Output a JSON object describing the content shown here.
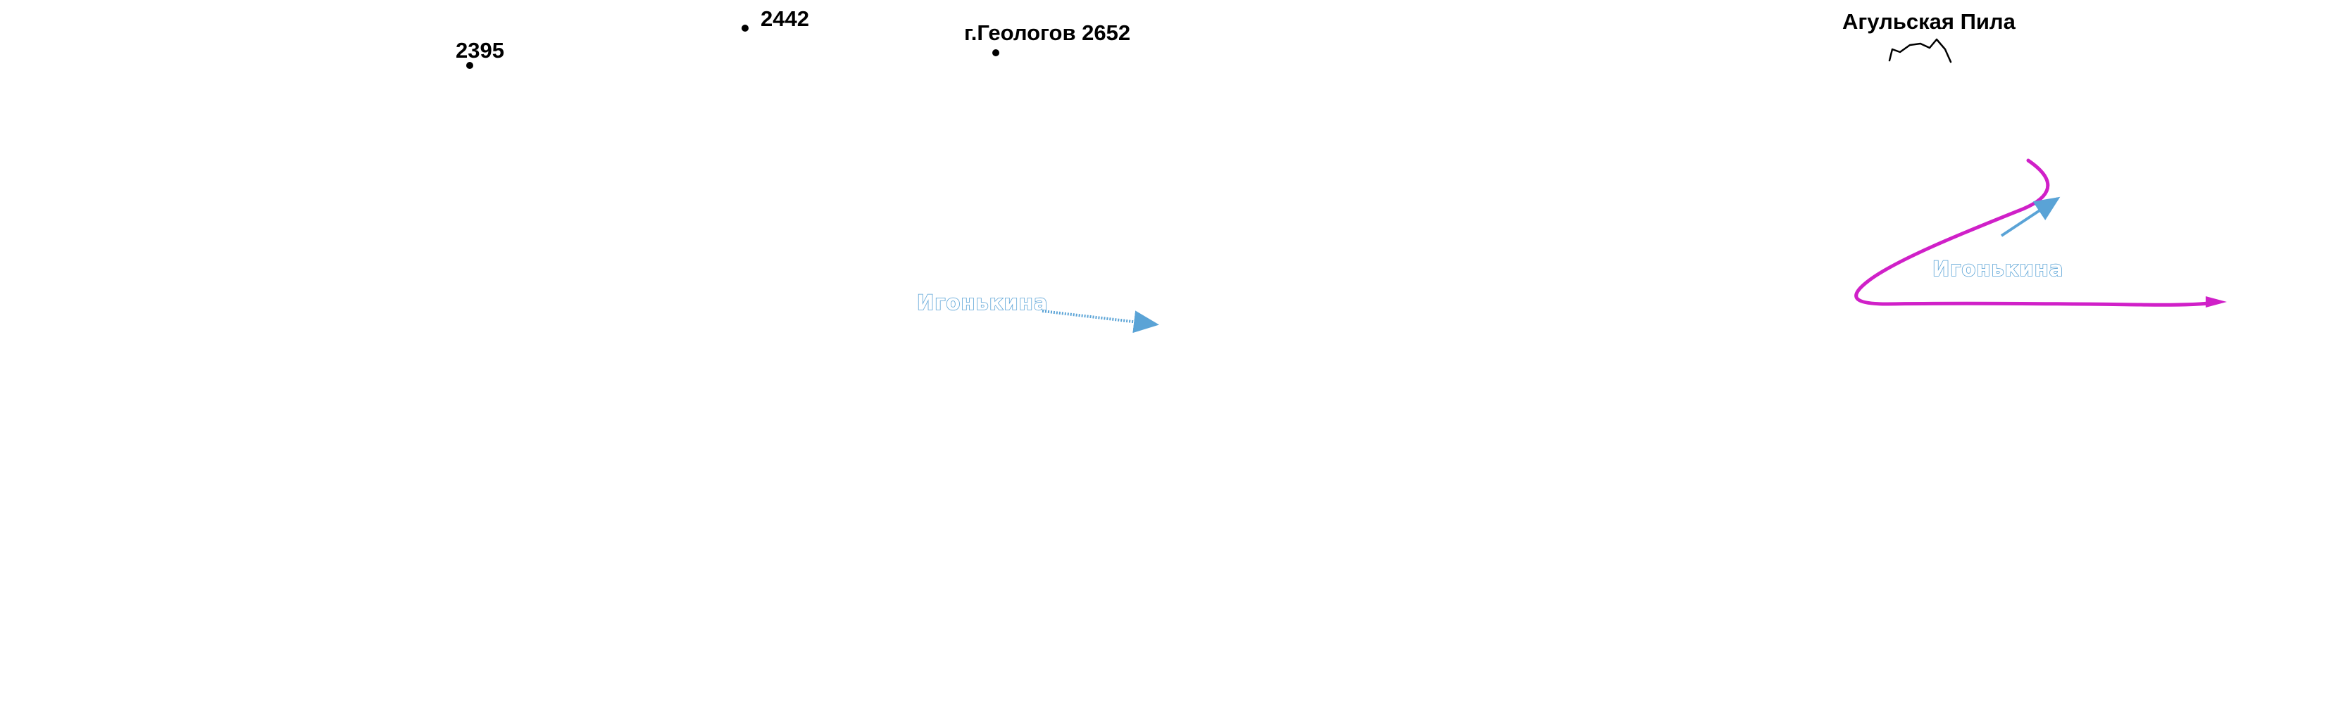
{
  "peaks": [
    {
      "id": "peak-2395",
      "label": "2395"
    },
    {
      "id": "peak-2442",
      "label": "2442"
    },
    {
      "id": "peak-geologov",
      "label": "г.Геологов 2652"
    },
    {
      "id": "ridge-agulskaya",
      "label": "Агульская Пила"
    }
  ],
  "rivers": [
    {
      "id": "river-igonkina-1",
      "label": "Игонькина"
    },
    {
      "id": "river-igonkina-2",
      "label": "Игонькина"
    }
  ],
  "colors": {
    "peak_text": "#000000",
    "river_label": "#5aa3d6",
    "river_arrow": "#5aa3d6",
    "route": "#d020c8",
    "background": "#ffffff"
  },
  "icons": {
    "peak_marker": "dot-icon",
    "ridge_symbol": "ridge-icon",
    "flow_direction": "arrow-icon",
    "route_direction": "arrowhead-icon"
  }
}
